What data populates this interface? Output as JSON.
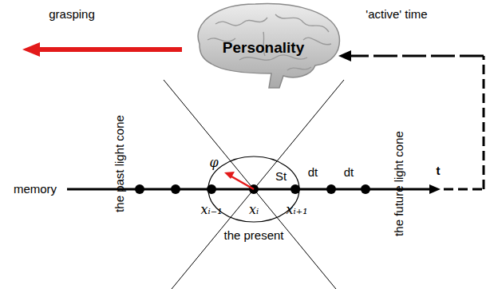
{
  "diagram": {
    "nodes": [
      {
        "text": [
          "Personality"
        ]
      },
      {
        "text": [
          "St",
          "the present"
        ]
      }
    ],
    "labels": [
      "grasping",
      "'active' time",
      "the past light cone",
      "memory",
      "φ",
      "dt",
      "dt",
      "t",
      "xᵢ₋₁",
      "xᵢ",
      "xᵢ₊₁",
      "the future light cone"
    ]
  }
}
